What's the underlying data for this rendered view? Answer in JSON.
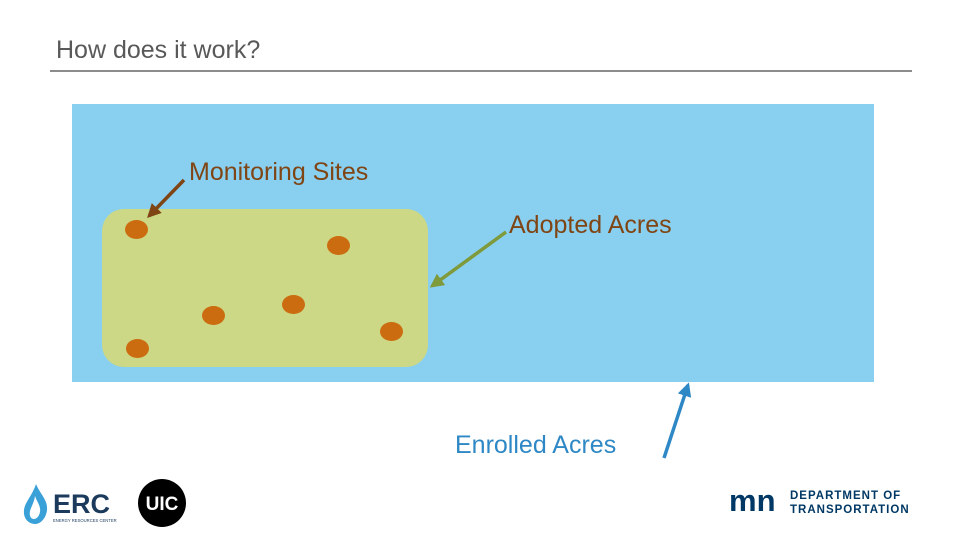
{
  "slide": {
    "title": "How does it work?"
  },
  "diagram": {
    "labels": {
      "monitoring_sites": "Monitoring Sites",
      "adopted_acres": "Adopted Acres",
      "enrolled_acres": "Enrolled Acres"
    },
    "colors": {
      "enrolled_area": "#89cff0",
      "adopted_area": "#cdd886",
      "site_dot": "#cc6c10",
      "monitoring_arrow": "#7f4514",
      "adopted_arrow": "#7f9a3a",
      "enrolled_arrow": "#2e88c5"
    },
    "monitoring_site_count": 6
  },
  "logos": {
    "erc": {
      "text": "ERC",
      "subtext": "ENERGY RESOURCES CENTER",
      "icon": "flame-drop-icon"
    },
    "uic": {
      "text": "UIC"
    },
    "mndot": {
      "mark": "mn",
      "line1": "DEPARTMENT OF",
      "line2": "TRANSPORTATION"
    }
  }
}
